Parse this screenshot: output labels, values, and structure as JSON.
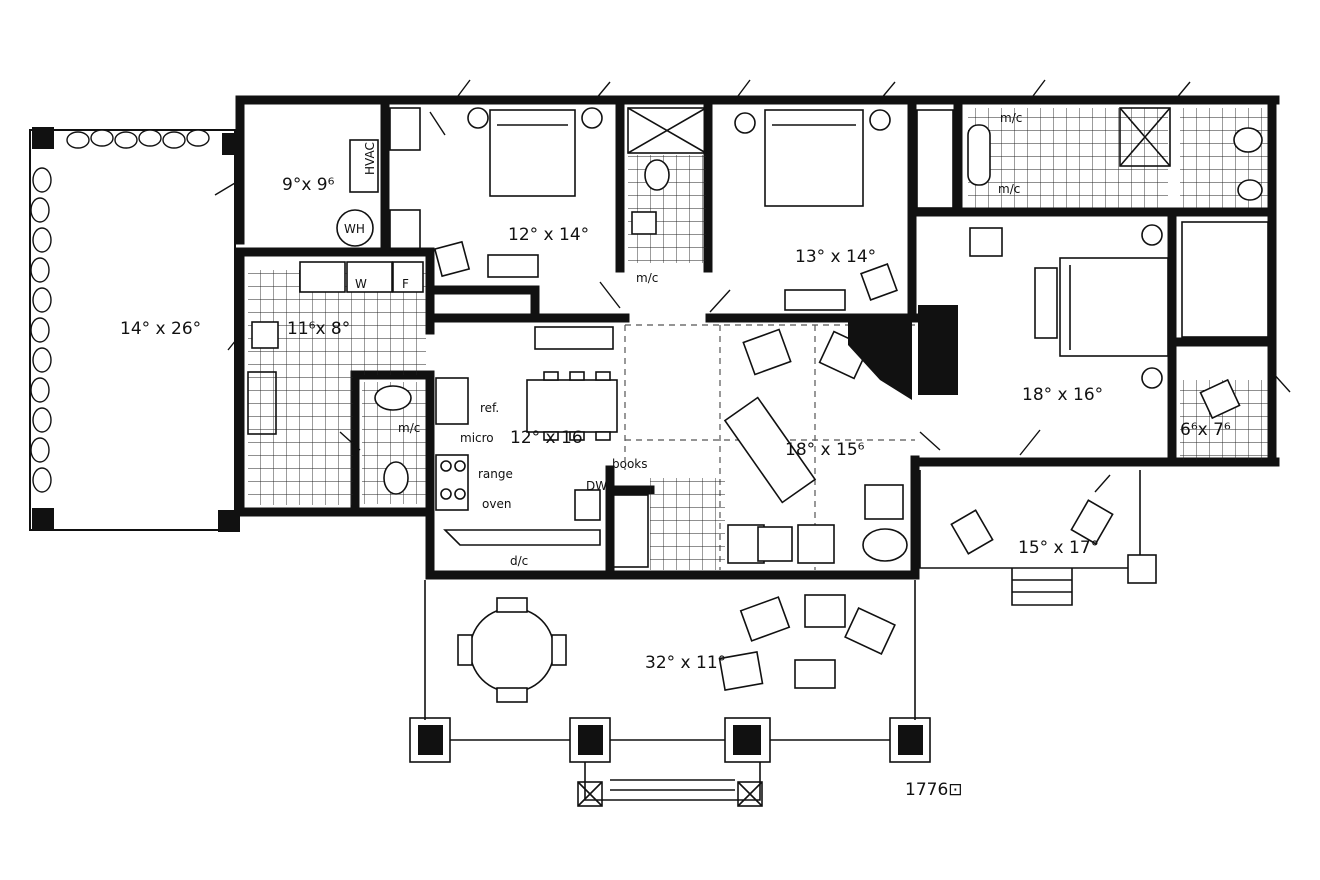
{
  "rooms": [
    {
      "id": "garage",
      "label": "14° x 26°"
    },
    {
      "id": "mech",
      "label": "9°x 9⁶"
    },
    {
      "id": "laundry",
      "label": "11⁶x 8°"
    },
    {
      "id": "bed2",
      "label": "12° x 14°"
    },
    {
      "id": "bed3",
      "label": "13° x 14°"
    },
    {
      "id": "kitchen",
      "label": "12° x 16"
    },
    {
      "id": "great",
      "label": "18° x 15⁶"
    },
    {
      "id": "master",
      "label": "18° x 16°"
    },
    {
      "id": "closet",
      "label": "6⁶x 7⁶"
    },
    {
      "id": "porch_side",
      "label": "15° x 17°"
    },
    {
      "id": "porch_front",
      "label": "32° x 11°"
    }
  ],
  "annotations": {
    "hvac": "HVAC",
    "wh": "WH",
    "washer": "W",
    "dryer": "F",
    "ref": "ref.",
    "micro": "micro",
    "range": "range",
    "oven": "oven",
    "books": "books",
    "dw": "DW",
    "mc_bed2": "m/c",
    "mc_laundry": "m/c",
    "mc_master_top": "m/c",
    "mc_master_mid": "m/c",
    "dc": "d/c"
  },
  "plan_number": "1776⊡",
  "colors": {
    "ink": "#111111",
    "paper": "#ffffff"
  }
}
